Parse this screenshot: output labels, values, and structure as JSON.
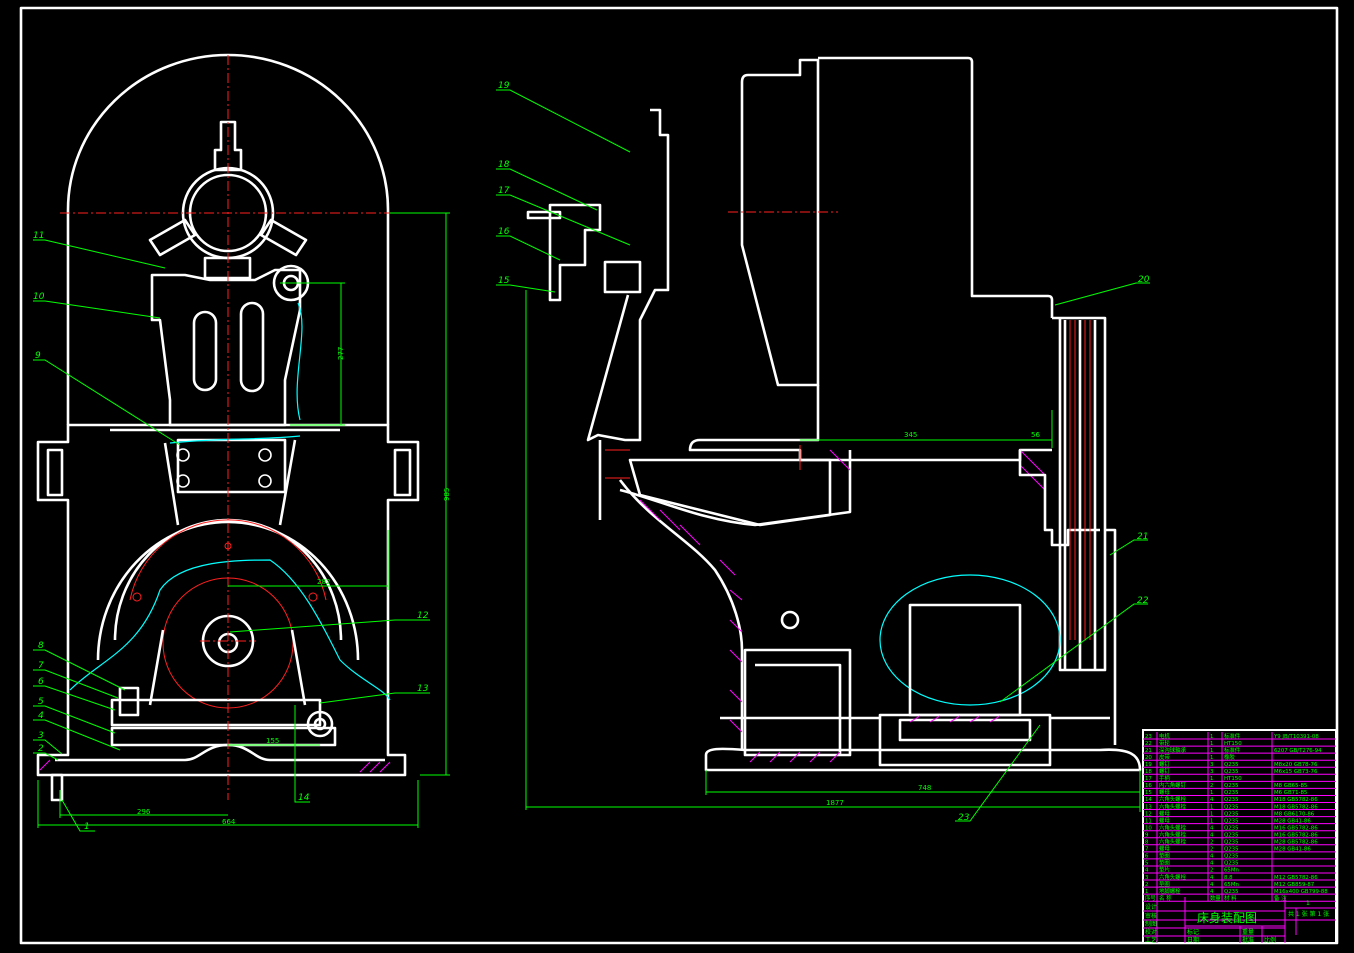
{
  "left_view": {
    "part_labels": [
      "1",
      "2",
      "3",
      "4",
      "5",
      "6",
      "7",
      "8",
      "9",
      "10",
      "11",
      "12",
      "13",
      "14"
    ],
    "dimensions": {
      "d277": "277",
      "d985": "985",
      "d282": "282",
      "d155": "155",
      "d296": "296",
      "d664": "664"
    }
  },
  "right_view": {
    "part_labels": [
      "15",
      "16",
      "17",
      "18",
      "19",
      "20",
      "21",
      "22",
      "23"
    ],
    "dimensions": {
      "d345": "345",
      "d56": "56",
      "d748": "748",
      "d1877": "1877"
    }
  },
  "bom": {
    "header": [
      "序号",
      "名 称",
      "数量",
      "材 料",
      "备 注"
    ],
    "rows": [
      [
        "23",
        "电机",
        "1",
        "标准件",
        "Y9 JB/T10391-08"
      ],
      [
        "22",
        "带轮",
        "1",
        "HT150",
        ""
      ],
      [
        "21",
        "深沟球轴承",
        "1",
        "标准件",
        "6207 GB/T276-94"
      ],
      [
        "20",
        "皮带",
        "1",
        "橡胶",
        ""
      ],
      [
        "19",
        "螺钉",
        "3",
        "Q235",
        "M8x20 GB78-76"
      ],
      [
        "18",
        "螺钉",
        "3",
        "Q235",
        "M6x15 GB73-76"
      ],
      [
        "17",
        "手柄",
        "1",
        "HT150",
        ""
      ],
      [
        "16",
        "内六角螺钉",
        "2",
        "Q235",
        "M8 GB65-85"
      ],
      [
        "15",
        "螺母",
        "1",
        "Q235",
        "M6 GB71-85"
      ],
      [
        "14",
        "六角头螺栓",
        "4",
        "Q235",
        "M18 GB5782-86"
      ],
      [
        "13",
        "六角头螺栓",
        "1",
        "Q235",
        "M18 GB5782-86"
      ],
      [
        "12",
        "螺母",
        "1",
        "Q235",
        "M8 GB6170-86"
      ],
      [
        "11",
        "螺母",
        "1",
        "Q235",
        "M28 GB41-86"
      ],
      [
        "10",
        "六角头螺栓",
        "4",
        "Q235",
        "M16 GB5782-86"
      ],
      [
        "9",
        "六角头螺栓",
        "4",
        "Q235",
        "M16 GB5782-86"
      ],
      [
        "8",
        "六角头螺栓",
        "2",
        "Q235",
        "M28 GB5782-86"
      ],
      [
        "7",
        "螺母",
        "2",
        "Q235",
        "M28 GB41-86"
      ],
      [
        "6",
        "垫圈",
        "4",
        "Q235",
        ""
      ],
      [
        "5",
        "垫圈",
        "4",
        "Q235",
        ""
      ],
      [
        "4",
        "垫片",
        "2",
        "65Mn",
        ""
      ],
      [
        "3",
        "六角头螺栓",
        "4",
        "8.8",
        "M12 GB5782-86"
      ],
      [
        "2",
        "垫圈",
        "4",
        "65Mn",
        "M12 GB859-87"
      ],
      [
        "1",
        "地脚螺栓",
        "4",
        "Q235",
        "M16x400 GB799-88"
      ]
    ]
  },
  "title_block": {
    "title": "床身装配图",
    "sheet_info": "共 1 张  第 1 张",
    "scale": "1",
    "labels": [
      "设计",
      "审核",
      "制图",
      "校对",
      "工艺",
      "标记",
      "重量",
      "比例",
      "日期",
      "批准"
    ]
  }
}
